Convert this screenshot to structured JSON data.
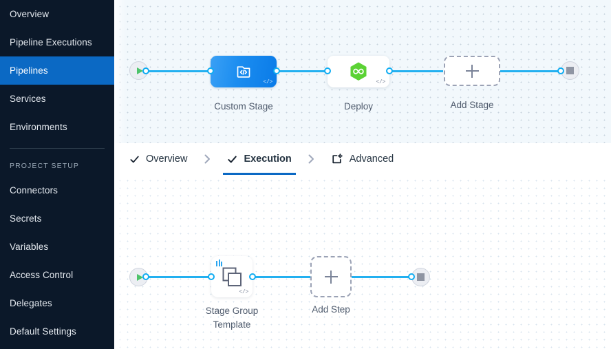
{
  "sidebar": {
    "items": [
      {
        "label": "Overview",
        "name": "sidebar-item-overview",
        "active": false
      },
      {
        "label": "Pipeline Executions",
        "name": "sidebar-item-pipeline-executions",
        "active": false
      },
      {
        "label": "Pipelines",
        "name": "sidebar-item-pipelines",
        "active": true
      },
      {
        "label": "Services",
        "name": "sidebar-item-services",
        "active": false
      },
      {
        "label": "Environments",
        "name": "sidebar-item-environments",
        "active": false
      }
    ],
    "section_label": "PROJECT SETUP",
    "setup_items": [
      {
        "label": "Connectors",
        "name": "sidebar-item-connectors"
      },
      {
        "label": "Secrets",
        "name": "sidebar-item-secrets"
      },
      {
        "label": "Variables",
        "name": "sidebar-item-variables"
      },
      {
        "label": "Access Control",
        "name": "sidebar-item-access-control"
      },
      {
        "label": "Delegates",
        "name": "sidebar-item-delegates"
      },
      {
        "label": "Default Settings",
        "name": "sidebar-item-default-settings"
      }
    ],
    "active_color": "#0b69c4",
    "background_color": "#0b1829"
  },
  "tabs": {
    "items": [
      {
        "label": "Overview",
        "icon": "check-icon",
        "active": false
      },
      {
        "label": "Execution",
        "icon": "check-icon",
        "active": true
      },
      {
        "label": "Advanced",
        "icon": "advanced-settings-icon",
        "active": false
      }
    ],
    "separator_icon": "chevron-right-icon",
    "active_underline_color": "#0b69c4"
  },
  "stage_canvas": {
    "start_node": {
      "icon": "play-icon",
      "label": ""
    },
    "end_node": {
      "icon": "stop-icon",
      "label": ""
    },
    "nodes": [
      {
        "label": "Custom Stage",
        "icon": "custom-stage-code-icon",
        "badge": "</>",
        "selected": true
      },
      {
        "label": "Deploy",
        "icon": "deploy-hexagon-icon",
        "badge": "</>",
        "selected": false
      }
    ],
    "add_node": {
      "label": "Add Stage",
      "icon": "plus-icon"
    }
  },
  "step_canvas": {
    "start_node": {
      "icon": "play-icon"
    },
    "end_node": {
      "icon": "stop-icon"
    },
    "nodes": [
      {
        "label": "Stage Group\nTemplate",
        "icon": "step-group-icon",
        "badge": "</>",
        "template_marker": true
      }
    ],
    "add_node": {
      "label": "Add Step",
      "icon": "plus-icon"
    }
  },
  "colors": {
    "link": "#23b0f0",
    "port_border": "#0eacf2",
    "stage_selected": "#0a7be8",
    "play_green": "#4dc36a",
    "deploy_hex": "#5bd234",
    "canvas_top_bg": "#f2f8fc",
    "canvas_bottom_bg": "#ffffff"
  }
}
